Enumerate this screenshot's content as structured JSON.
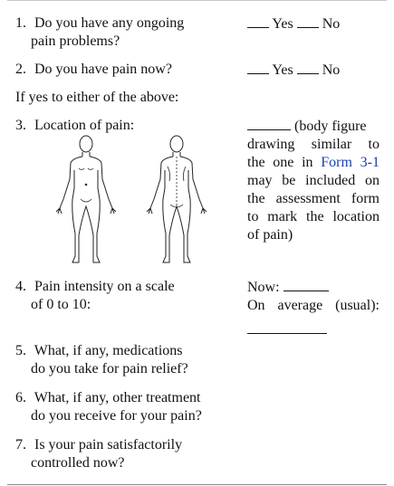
{
  "questions": [
    {
      "num": "1.",
      "line1": "Do you have any ongoing",
      "line2": "pain problems?"
    },
    {
      "num": "2.",
      "line1": "Do you have pain now?"
    },
    {
      "note": "If yes to either of the above:"
    },
    {
      "num": "3.",
      "line1": "Location of pain:"
    },
    {
      "num": "4.",
      "line1": "Pain intensity on a scale",
      "line2": "of 0 to 10:"
    },
    {
      "num": "5.",
      "line1": "What, if any, medications",
      "line2": "do you take for pain relief?"
    },
    {
      "num": "6.",
      "line1": "What, if any, other treatment",
      "line2": "do you receive for your pain?"
    },
    {
      "num": "7.",
      "line1": "Is your pain satisfactorily",
      "line2": "controlled now?"
    }
  ],
  "answers": {
    "yes": "Yes",
    "no": "No",
    "location_text_1": "(body figure",
    "location_text_2": "drawing similar to",
    "location_text_3a": "the one in ",
    "location_link": "Form 3-1",
    "location_text_4": "may be included on",
    "location_text_5": "the assessment form",
    "location_text_6": "to mark the location",
    "location_text_7": "of pain)",
    "now_label": "Now:",
    "average_label": "On average (usual):"
  },
  "colors": {
    "link": "#1a3fb0"
  },
  "icons": {
    "body_front": "body-front-figure",
    "body_back": "body-back-figure"
  }
}
